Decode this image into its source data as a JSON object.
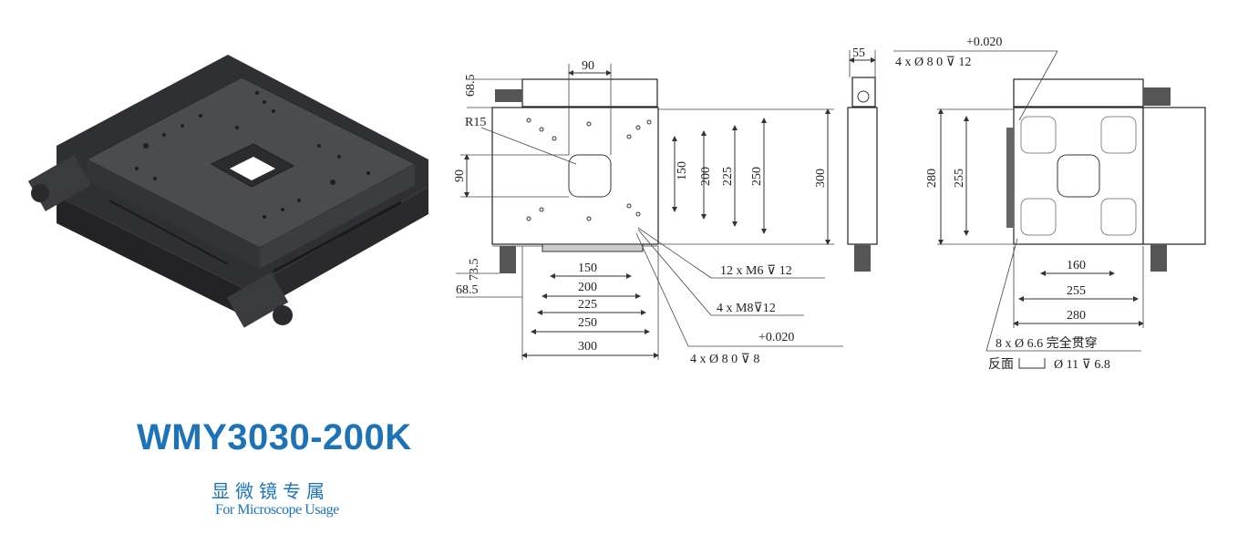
{
  "product": {
    "model": "WMY3030-200K",
    "usage_cn": "显微镜专属",
    "usage_en": "For Microscope Usage"
  },
  "colors": {
    "accent": "#1e73b8",
    "stage_dark": "#3a3a3d",
    "stage_mid": "#55565a"
  },
  "drawing_front": {
    "d_90_top": "90",
    "d_68_5_top": "68.5",
    "d_r15": "R15",
    "d_90_left": "90",
    "d_150_v": "150",
    "d_200_v": "200",
    "d_225_v": "225",
    "d_250_v": "250",
    "d_300_v": "300",
    "d_73_5": "73.5",
    "d_68_5_bottom": "68.5",
    "d_150_h": "150",
    "d_200_h": "200",
    "d_225_h": "225",
    "d_250_h": "250",
    "d_300_h": "300",
    "note_m6": "12 x  M6 ⊽ 12",
    "note_m8": "4 x  M8⊽12",
    "note_tol": "+0.020",
    "note_pin": "4 x  Ø 8  0      ⊽ 8"
  },
  "drawing_side": {
    "d_55": "55"
  },
  "drawing_bottom": {
    "note_tol": "+0.020",
    "note_pin": "4 x  Ø 8  0      ⊽ 12",
    "d_280_v": "280",
    "d_255_v": "255",
    "d_160": "160",
    "d_255_h": "255",
    "d_280_h": "280",
    "note_thru": "8 x  Ø  6.6 完全贯穿",
    "note_back_prefix": "反面",
    "note_back": "Ø  11 ⊽ 6.8"
  }
}
